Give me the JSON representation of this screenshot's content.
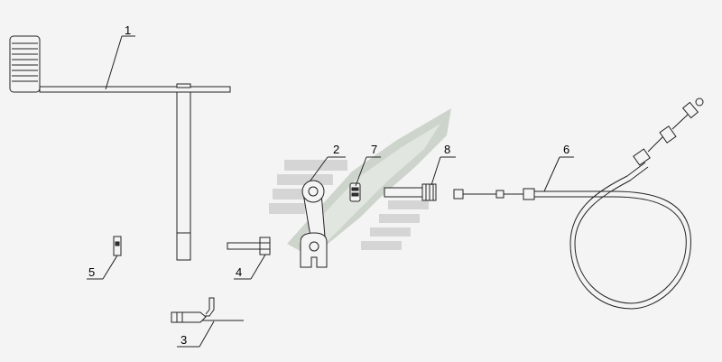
{
  "callouts": [
    {
      "id": "c1",
      "label": "1"
    },
    {
      "id": "c2",
      "label": "2"
    },
    {
      "id": "c3",
      "label": "3"
    },
    {
      "id": "c4",
      "label": "4"
    },
    {
      "id": "c5",
      "label": "5"
    },
    {
      "id": "c6",
      "label": "6"
    },
    {
      "id": "c7",
      "label": "7"
    },
    {
      "id": "c8",
      "label": "8"
    }
  ],
  "colors": {
    "background": "#f4f4f4",
    "line": "#222222",
    "watermark_green": "#c4cdc3",
    "watermark_gray": "#d2d2d2"
  }
}
